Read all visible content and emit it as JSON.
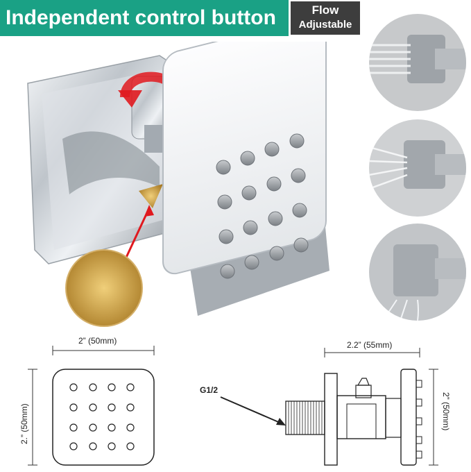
{
  "banner": {
    "title": "Independent control button"
  },
  "badge": {
    "line1": "Flow",
    "line2": "Adjustable"
  },
  "dimensions": {
    "front_width": "2” (50mm)",
    "front_height": "2.” (50mm)",
    "side_depth": "2.2” (55mm)",
    "side_height": "2” (50mm)",
    "thread": "G1/2"
  },
  "colors": {
    "banner": "#1aa185",
    "badge": "#3d3d3d",
    "arrow": "#e0191f",
    "brass": "#c9a043"
  },
  "icons": [
    "red-rotation-arrow-icon",
    "pointer-arrow-icon"
  ]
}
